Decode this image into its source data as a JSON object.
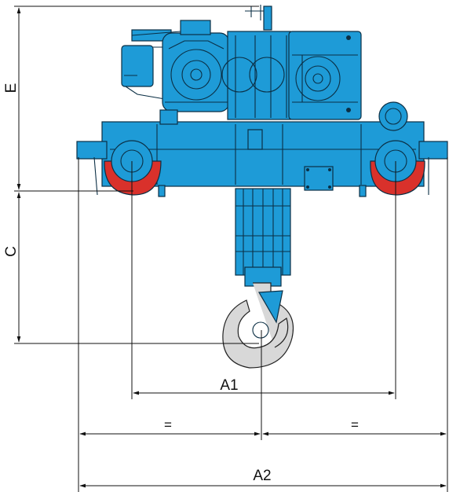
{
  "dimensions": {
    "e_label": "E",
    "c_label": "C",
    "a1_label": "A1",
    "a2_label": "A2",
    "equal_left_label": "=",
    "equal_right_label": "="
  },
  "colors": {
    "hoist_body": "#1e9bd7",
    "wheels": "#d9312b",
    "hook": "#d8d8d8",
    "outline": "#0b2f45"
  }
}
